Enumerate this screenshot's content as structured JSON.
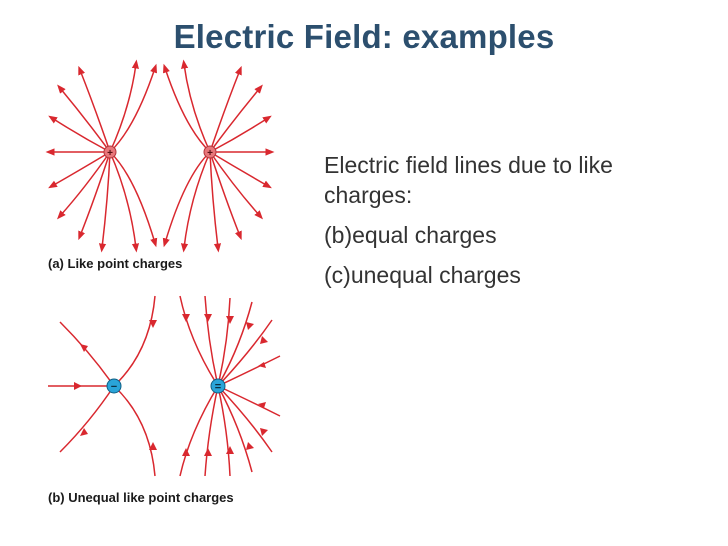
{
  "slide": {
    "title": "Electric Field: examples",
    "colors": {
      "title": "#2c4f6e",
      "field_line": "#d9282f",
      "positive_charge": "#e8767a",
      "negative_charge": "#2aa4d8"
    },
    "figure_a": {
      "caption": "(a) Like  point charges",
      "charge_symbols": [
        "+",
        "+"
      ]
    },
    "figure_b": {
      "caption": "(b) Unequal like point charges",
      "charge_symbols": [
        "−",
        "="
      ]
    },
    "body": {
      "intro": "Electric field lines due to like charges:",
      "items": [
        "(b)equal charges",
        "(c)unequal charges"
      ]
    }
  }
}
